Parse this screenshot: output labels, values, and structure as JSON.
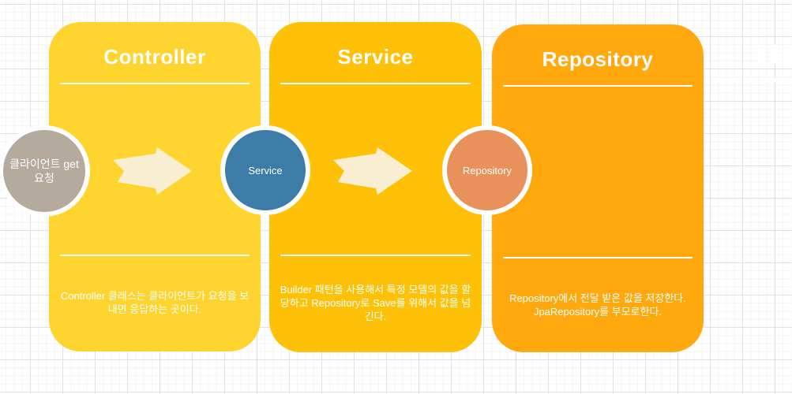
{
  "diagram": {
    "grid": {
      "minor_color": "#f6f4f2",
      "major_color": "#e3e1de"
    },
    "arrow_color": "#F8EFD3",
    "cards": [
      {
        "title": "Controller",
        "description": "Controller 클래스는 클라이언트가 요청을 보내면 응답하는 곳이다.",
        "color": "#FFD42E"
      },
      {
        "title": "Service",
        "description": "Builder 패턴을 사용해서 특정 모델의 값을 할당하고 Repository로 Save를 위해서 값을 넘긴다.",
        "color": "#FFC107"
      },
      {
        "title": "Repository",
        "description": "Repository에서 전달 받은 값을 저장한다. JpaRepository를 부모로한다.",
        "color": "#FFA90E"
      }
    ],
    "nodes": [
      {
        "label": "클라이언트 get 요청",
        "color": "#B4AA9E"
      },
      {
        "label": "Service",
        "color": "#3D7CA6"
      },
      {
        "label": "Repository",
        "color": "#E8915A"
      }
    ]
  }
}
